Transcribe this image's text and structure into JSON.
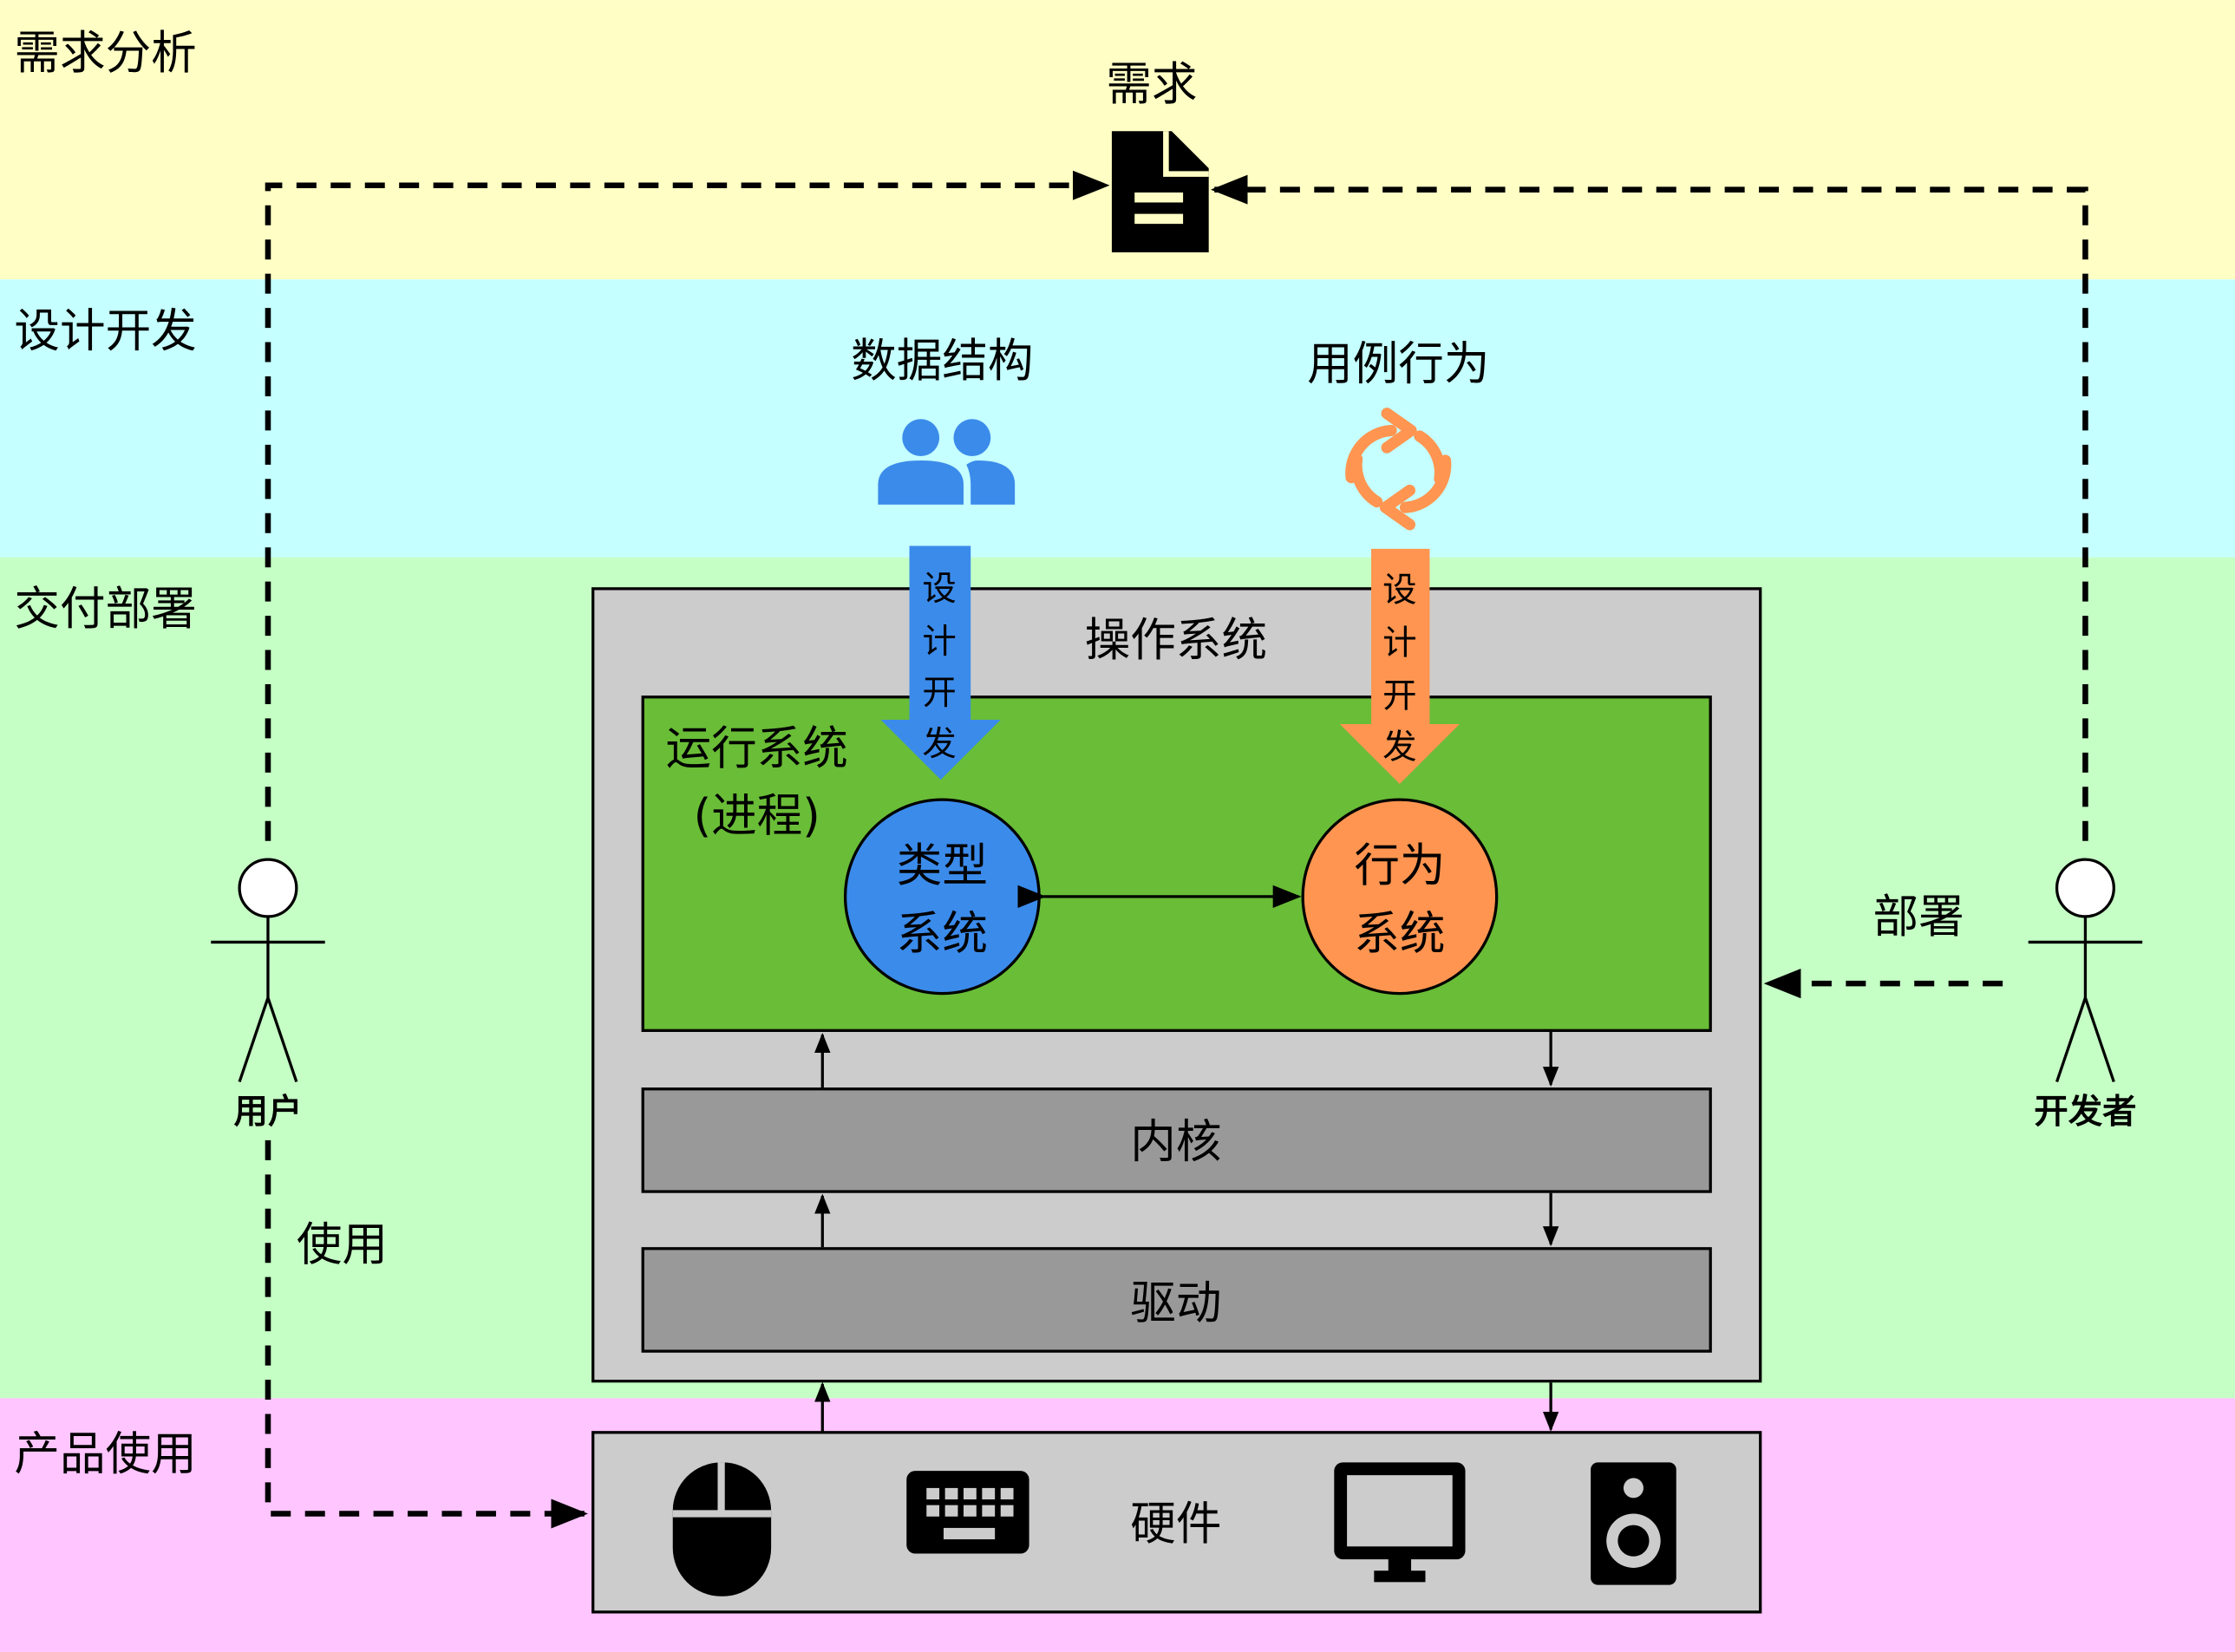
{
  "bands": {
    "requirements": {
      "label": "需求分析",
      "color": "#FFFFC5"
    },
    "design": {
      "label": "设计开发",
      "color": "#C5FFFF"
    },
    "deploy": {
      "label": "交付部署",
      "color": "#C5FFC5"
    },
    "product": {
      "label": "产品使用",
      "color": "#FFC5FF"
    }
  },
  "requirement": {
    "label": "需求",
    "icon": "document-icon"
  },
  "data_structure": {
    "label": "数据结构",
    "icon": "users-icon",
    "color": "#3B8BEB"
  },
  "use_case": {
    "label": "用例行为",
    "icon": "sync-icon",
    "color": "#FF9550"
  },
  "design_arrow_text": [
    "设",
    "计",
    "开",
    "发"
  ],
  "os": {
    "label": "操作系统",
    "color": "#CCCCCC"
  },
  "runtime": {
    "line1": "运行系统",
    "line2": "(进程)",
    "color": "#6ABD37"
  },
  "type_system": {
    "line1": "类型",
    "line2": "系统",
    "color": "#3B8BEB"
  },
  "behavior_system": {
    "line1": "行为",
    "line2": "系统",
    "color": "#FF9550"
  },
  "kernel": {
    "label": "内核",
    "color": "#999999"
  },
  "driver": {
    "label": "驱动",
    "color": "#999999"
  },
  "hardware": {
    "label": "硬件",
    "icons": [
      "mouse-icon",
      "keyboard-icon",
      "monitor-icon",
      "speaker-icon"
    ]
  },
  "user": {
    "label": "用户"
  },
  "developer": {
    "label": "开发者"
  },
  "use_label": "使用",
  "deploy_label": "部署"
}
